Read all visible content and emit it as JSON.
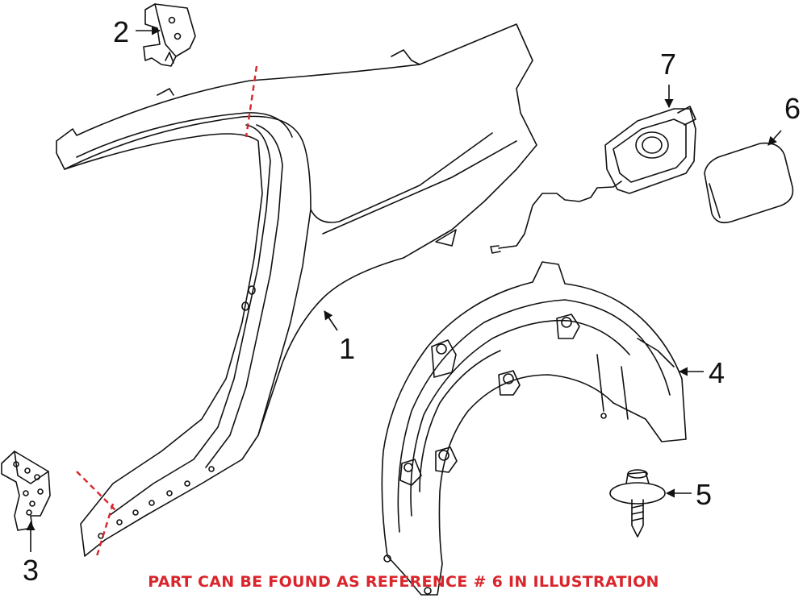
{
  "callouts": {
    "c1": "1",
    "c2": "2",
    "c3": "3",
    "c4": "4",
    "c5": "5",
    "c6": "6",
    "c7": "7"
  },
  "footer_note": "PART CAN BE FOUND AS REFERENCE # 6 IN ILLUSTRATION",
  "colors": {
    "line": "#111111",
    "note_red": "#d9252b",
    "cut_line_red": "#d9252b"
  }
}
